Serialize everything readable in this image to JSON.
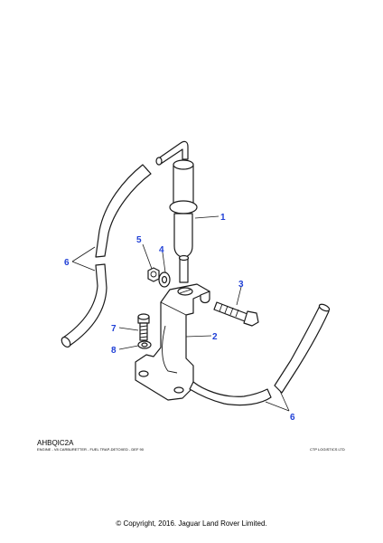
{
  "diagram": {
    "callouts": {
      "c1": "1",
      "c2": "2",
      "c3": "3",
      "c4": "4",
      "c5": "5",
      "c6a": "6",
      "c6b": "6",
      "c7": "7",
      "c8": "8"
    },
    "colors": {
      "callout": "#1f3fd6",
      "line": "#1a1a1a"
    }
  },
  "footer": {
    "illustration_code": "AHBQIC2A",
    "caption": "ENGINE - V8 CARBURETTER - FUEL TRAP-DETOXED - DEF 90",
    "publisher": "CTP LOGISTICS LTD",
    "copyright": "© Copyright, 2016. Jaguar Land Rover Limited."
  }
}
